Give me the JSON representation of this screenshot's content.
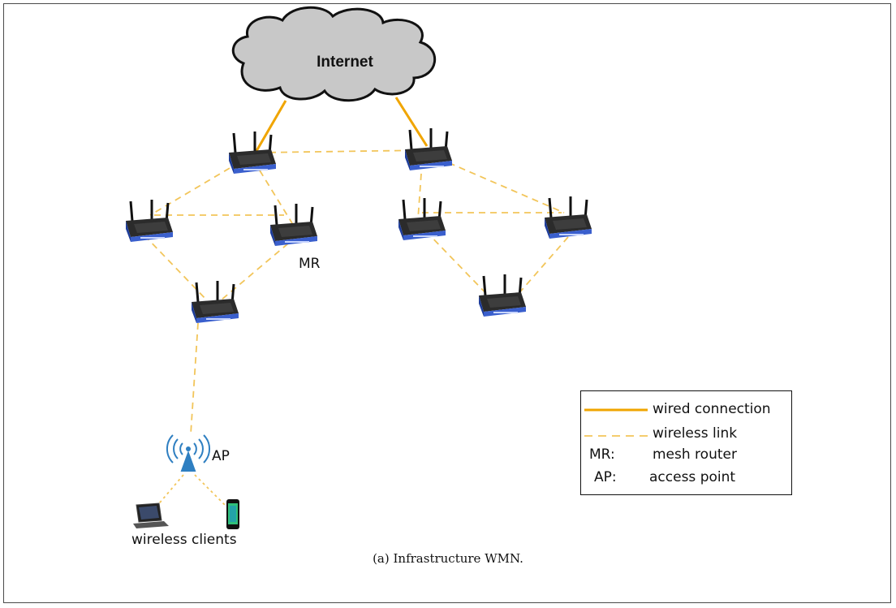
{
  "diagram": {
    "cloud_label": "Internet",
    "mr_label": "MR",
    "ap_label": "AP",
    "clients_label": "wireless clients",
    "caption": "(a) Infrastructure WMN.",
    "colors": {
      "wired": "#f0a500",
      "wireless": "#f2c55a",
      "router_body": "#3a5fcd",
      "cloud_fill": "#c8c8c8",
      "ap_icon": "#2f7fc1"
    }
  },
  "legend": {
    "wired": "wired connection",
    "wireless": "wireless link",
    "mr_key": "MR:",
    "mr_value": "mesh router",
    "ap_key": "AP:",
    "ap_value": "access point"
  }
}
